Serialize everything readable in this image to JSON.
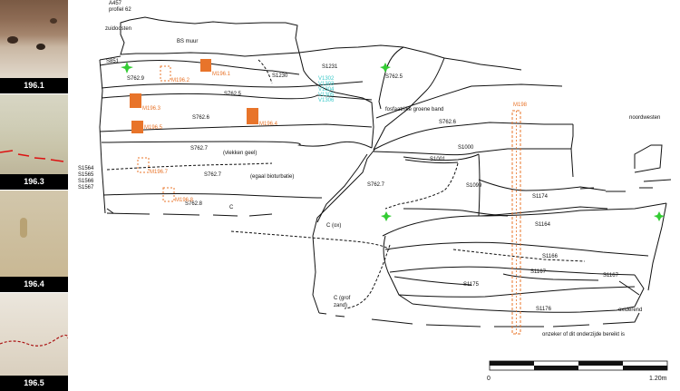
{
  "header": {
    "line1": "A457",
    "line2": "profiel 62"
  },
  "sides": {
    "left": "zuidoosten",
    "right": "noordwesten"
  },
  "photos": [
    {
      "caption": "196.1"
    },
    {
      "caption": "196.3"
    },
    {
      "caption": "196.4"
    },
    {
      "caption": "196.5"
    }
  ],
  "colors": {
    "sample": "#e8742a",
    "finds": "#3cc9c9",
    "marker": "#33cc33",
    "line": "#111111"
  },
  "layers": {
    "bs_muur": "BS muur",
    "s851": "S851",
    "s762_9": "S762.9",
    "s1230": "S1230",
    "s1231": "S1231",
    "s762_5a": "S762.5",
    "s762_5b": "S762.5",
    "s762_6a": "S762.6",
    "s762_6b": "S762.6",
    "s762_7a": "S762.7",
    "vlekken": "(vlekken geel)",
    "s762_7b": "S762.7",
    "egaal": "(egaal bioturbatie)",
    "s762_7c": "S762.7",
    "s762_8": "S762.8",
    "c1": "C",
    "groene_band": "fosfaatrijke groene band",
    "s1000": "S1000",
    "s1001": "S1001",
    "s1099": "S1099",
    "s1174": "S1174",
    "s1164": "S1164",
    "c_ox": "C (ox)",
    "s1166": "S1166",
    "s1167a": "S1167",
    "s1167b": "S1167",
    "s1175": "S1175",
    "s1176": "S1176",
    "oxiderend": "oxiderend",
    "c_grof1": "C (grof",
    "c_grof2": "zand)",
    "onzeker": "onzeker of dit onderzijde bereikt is",
    "left_codes": [
      "S1564",
      "S1565",
      "S1566",
      "S1567"
    ]
  },
  "finds": [
    "V1302",
    "V1303",
    "V1304",
    "V1305",
    "V1306"
  ],
  "samples": {
    "m196_1": "M196.1",
    "m196_2": "M196.2",
    "m196_3": "M196.3",
    "m196_4": "M196.4",
    "m196_5": "M196.5",
    "m196_7": "M196.7",
    "m196_8": "M196.8",
    "m198": "M198"
  },
  "scale": {
    "start": "0",
    "end": "1.20m"
  }
}
